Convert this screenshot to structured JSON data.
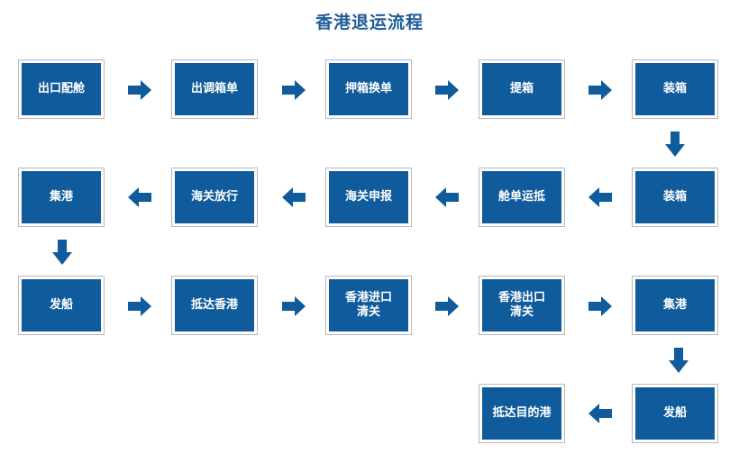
{
  "title": "香港退运流程",
  "colors": {
    "box_fill": "#0f5b9b",
    "arrow": "#0f5b9b",
    "title": "#1f5c99",
    "box_border": "#b9b9b9"
  },
  "steps": {
    "s1": "出口配舱",
    "s2": "出调箱单",
    "s3": "押箱换单",
    "s4": "提箱",
    "s5": "装箱",
    "s6": "装箱",
    "s7": "舱单运抵",
    "s8": "海关申报",
    "s9": "海关放行",
    "s10": "集港",
    "s11": "发船",
    "s12": "抵达香港",
    "s13": "香港进口\n清关",
    "s14": "香港出口\n清关",
    "s15": "集港",
    "s16": "发船",
    "s17": "抵达目的港"
  }
}
